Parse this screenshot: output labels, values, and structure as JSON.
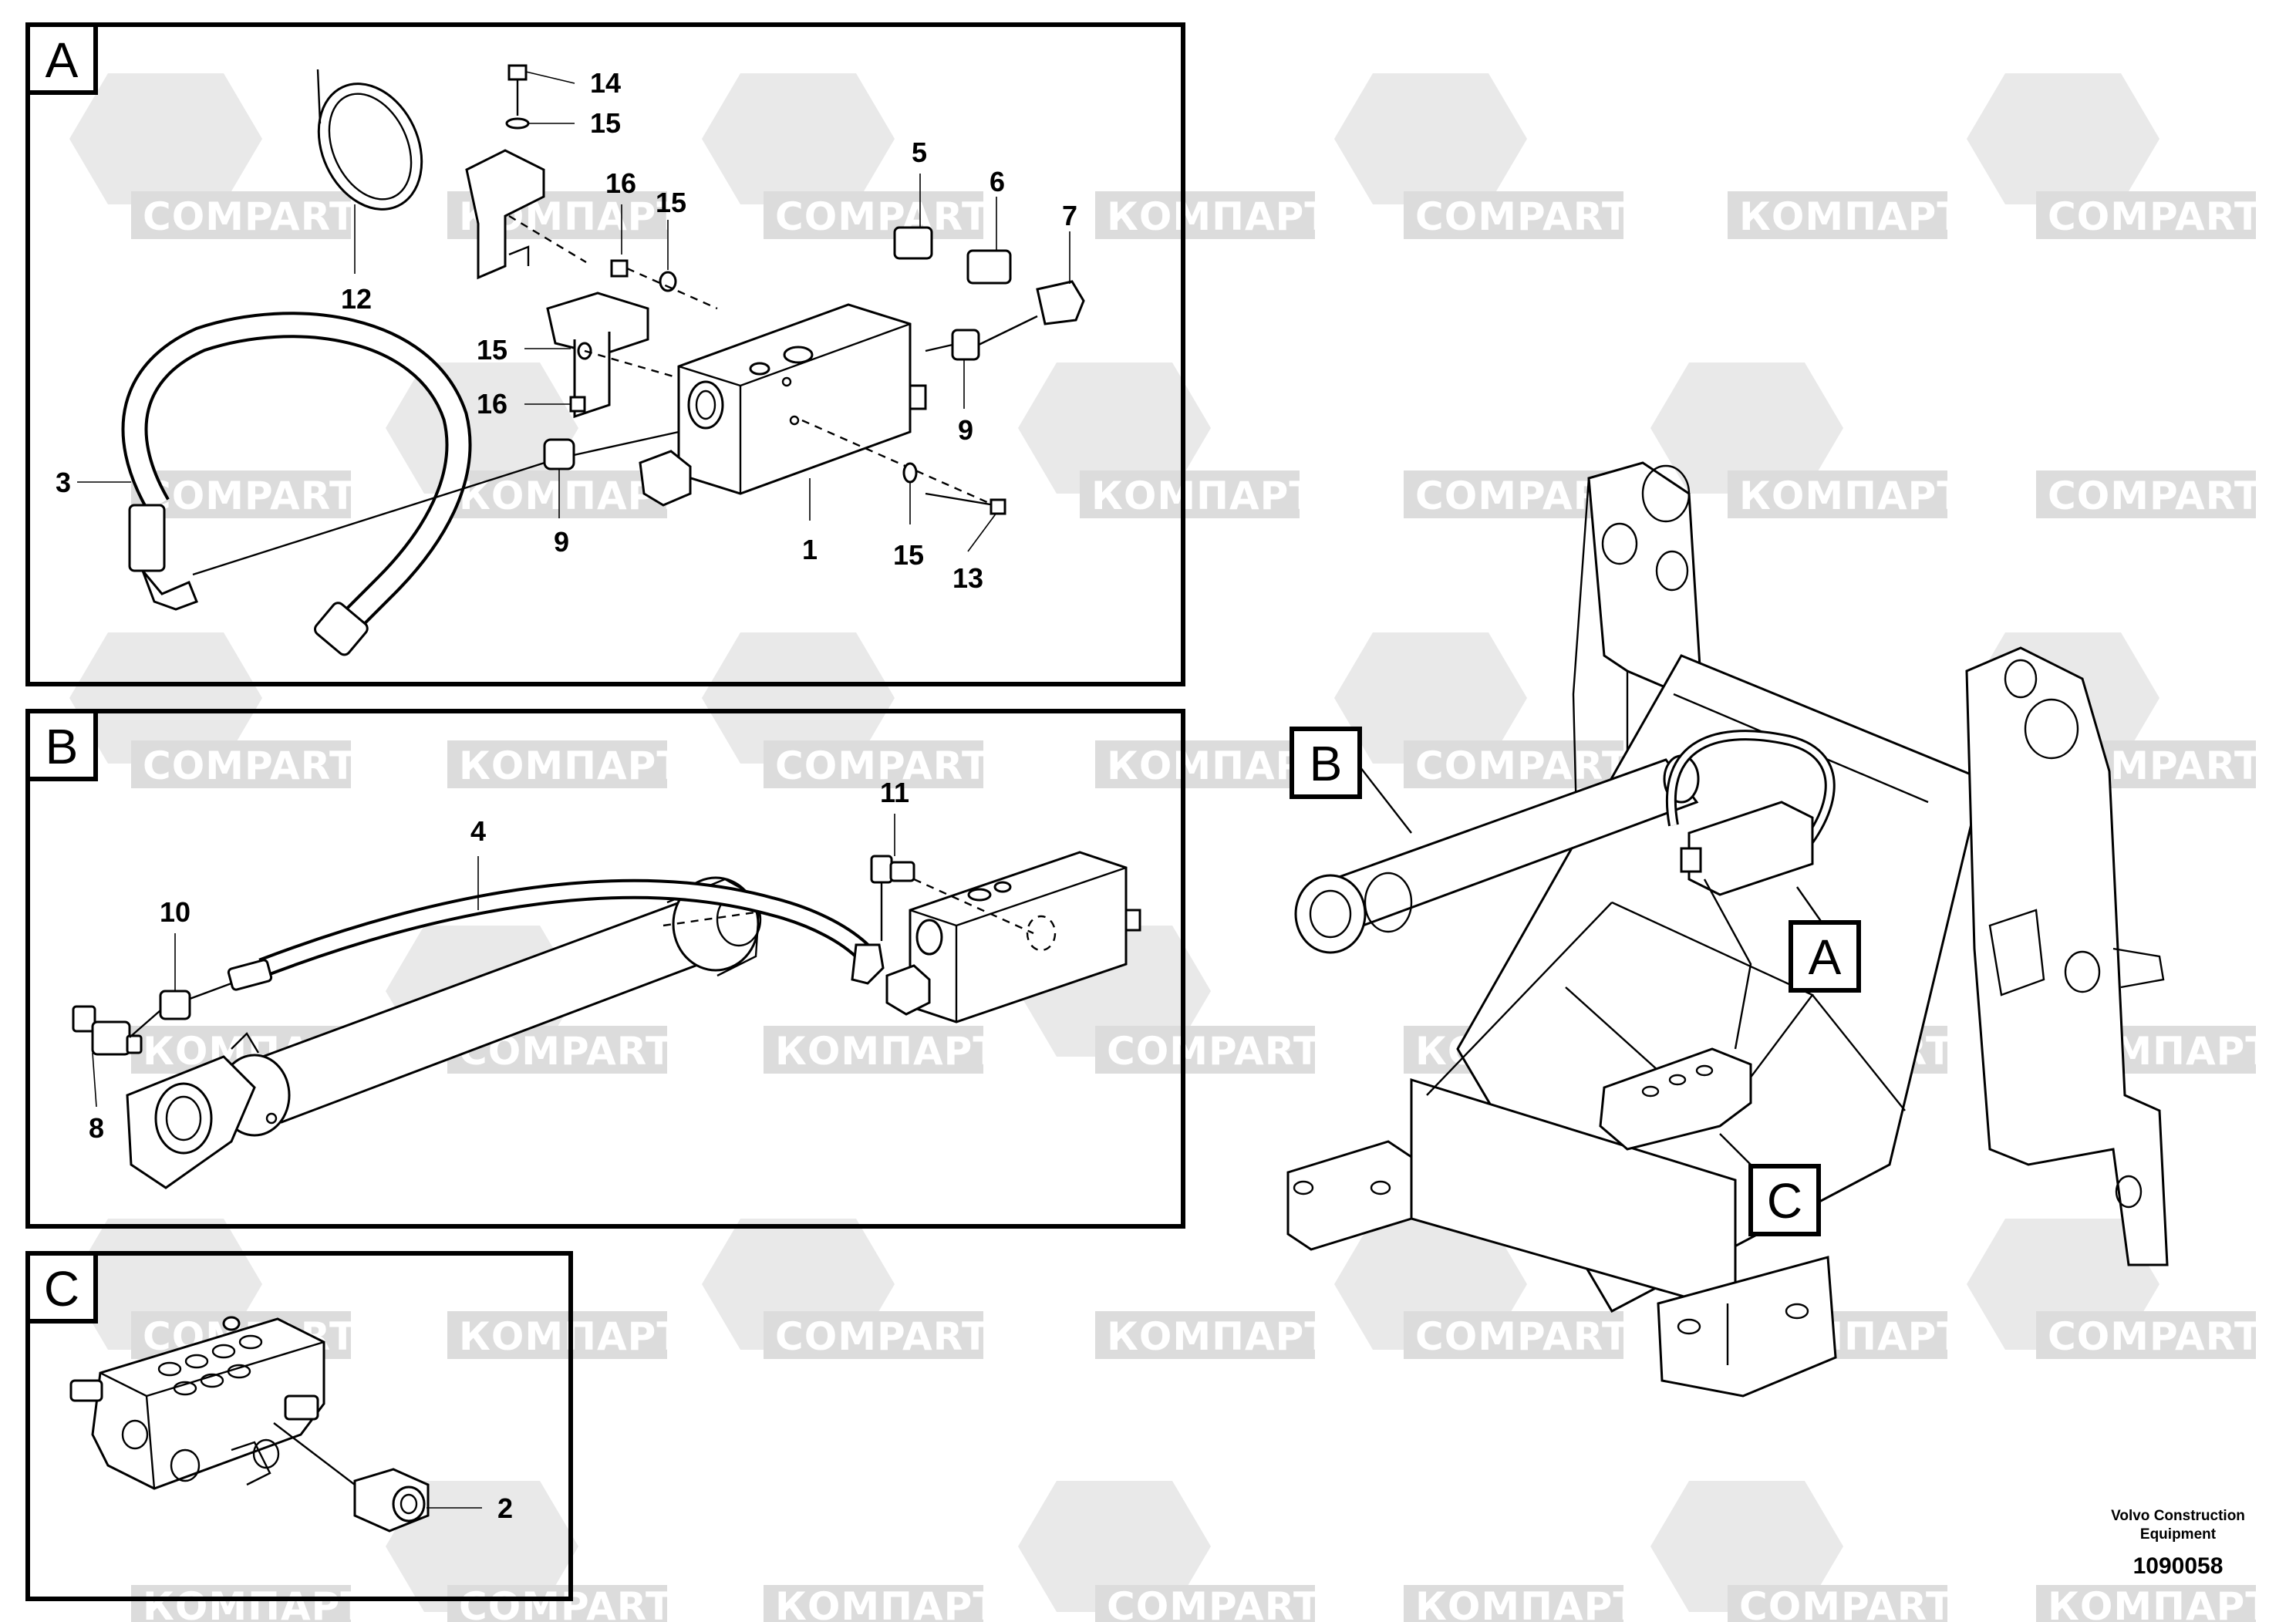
{
  "watermark": {
    "latin": "COMPART",
    "cyrillic": "КОМПАРТ"
  },
  "panels": [
    {
      "letter": "A"
    },
    {
      "letter": "B"
    },
    {
      "letter": "C"
    }
  ],
  "overview_labels": [
    "B",
    "A",
    "C"
  ],
  "callouts": {
    "a": [
      "14",
      "15",
      "16",
      "15",
      "5",
      "6",
      "7",
      "12",
      "15",
      "16",
      "9",
      "3",
      "9",
      "1",
      "15",
      "13"
    ],
    "b": [
      "11",
      "4",
      "10",
      "8"
    ],
    "c": [
      "2"
    ]
  },
  "caption": {
    "line1": "Volvo Construction",
    "line2": "Equipment"
  },
  "doc_number": "1090058"
}
